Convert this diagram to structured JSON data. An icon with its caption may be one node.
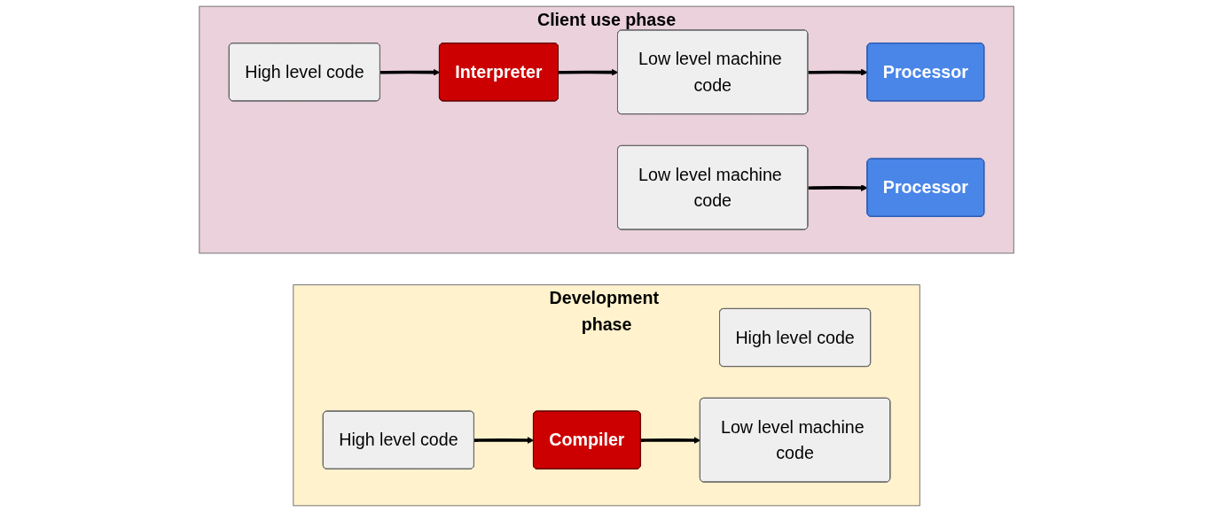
{
  "diagram": {
    "nodes": [
      {
        "text": [
          "Development phase"
        ]
      },
      {
        "text": [
          "High level code"
        ],
        "in": 0
      },
      {
        "text": [
          "Client use phase"
        ]
      },
      {
        "text": [
          "High level code"
        ],
        "in": 2
      },
      {
        "text": [
          "Interpreter"
        ],
        "in": 2
      },
      {
        "text": [
          "Low level machine code"
        ],
        "in": 2
      },
      {
        "text": [
          "Processor"
        ],
        "in": 2
      },
      {
        "text": [
          "High level code"
        ],
        "in": 0
      },
      {
        "text": [
          "Compiler"
        ],
        "in": 0
      },
      {
        "text": [
          "Low level machine code"
        ],
        "in": 0
      },
      {
        "text": [
          "Low level machine code"
        ],
        "in": 2
      },
      {
        "text": [
          "Processor"
        ],
        "in": 2
      }
    ],
    "edges": [
      {
        "from": 3,
        "to": 4,
        "arrow": "to"
      },
      {
        "from": 4,
        "to": 5,
        "arrow": "to"
      },
      {
        "from": 5,
        "to": 6,
        "arrow": "to"
      },
      {
        "from": 7,
        "to": 8,
        "arrow": "to"
      },
      {
        "from": 8,
        "to": 9,
        "arrow": "to"
      },
      {
        "from": 10,
        "to": 11,
        "arrow": "to"
      }
    ]
  }
}
